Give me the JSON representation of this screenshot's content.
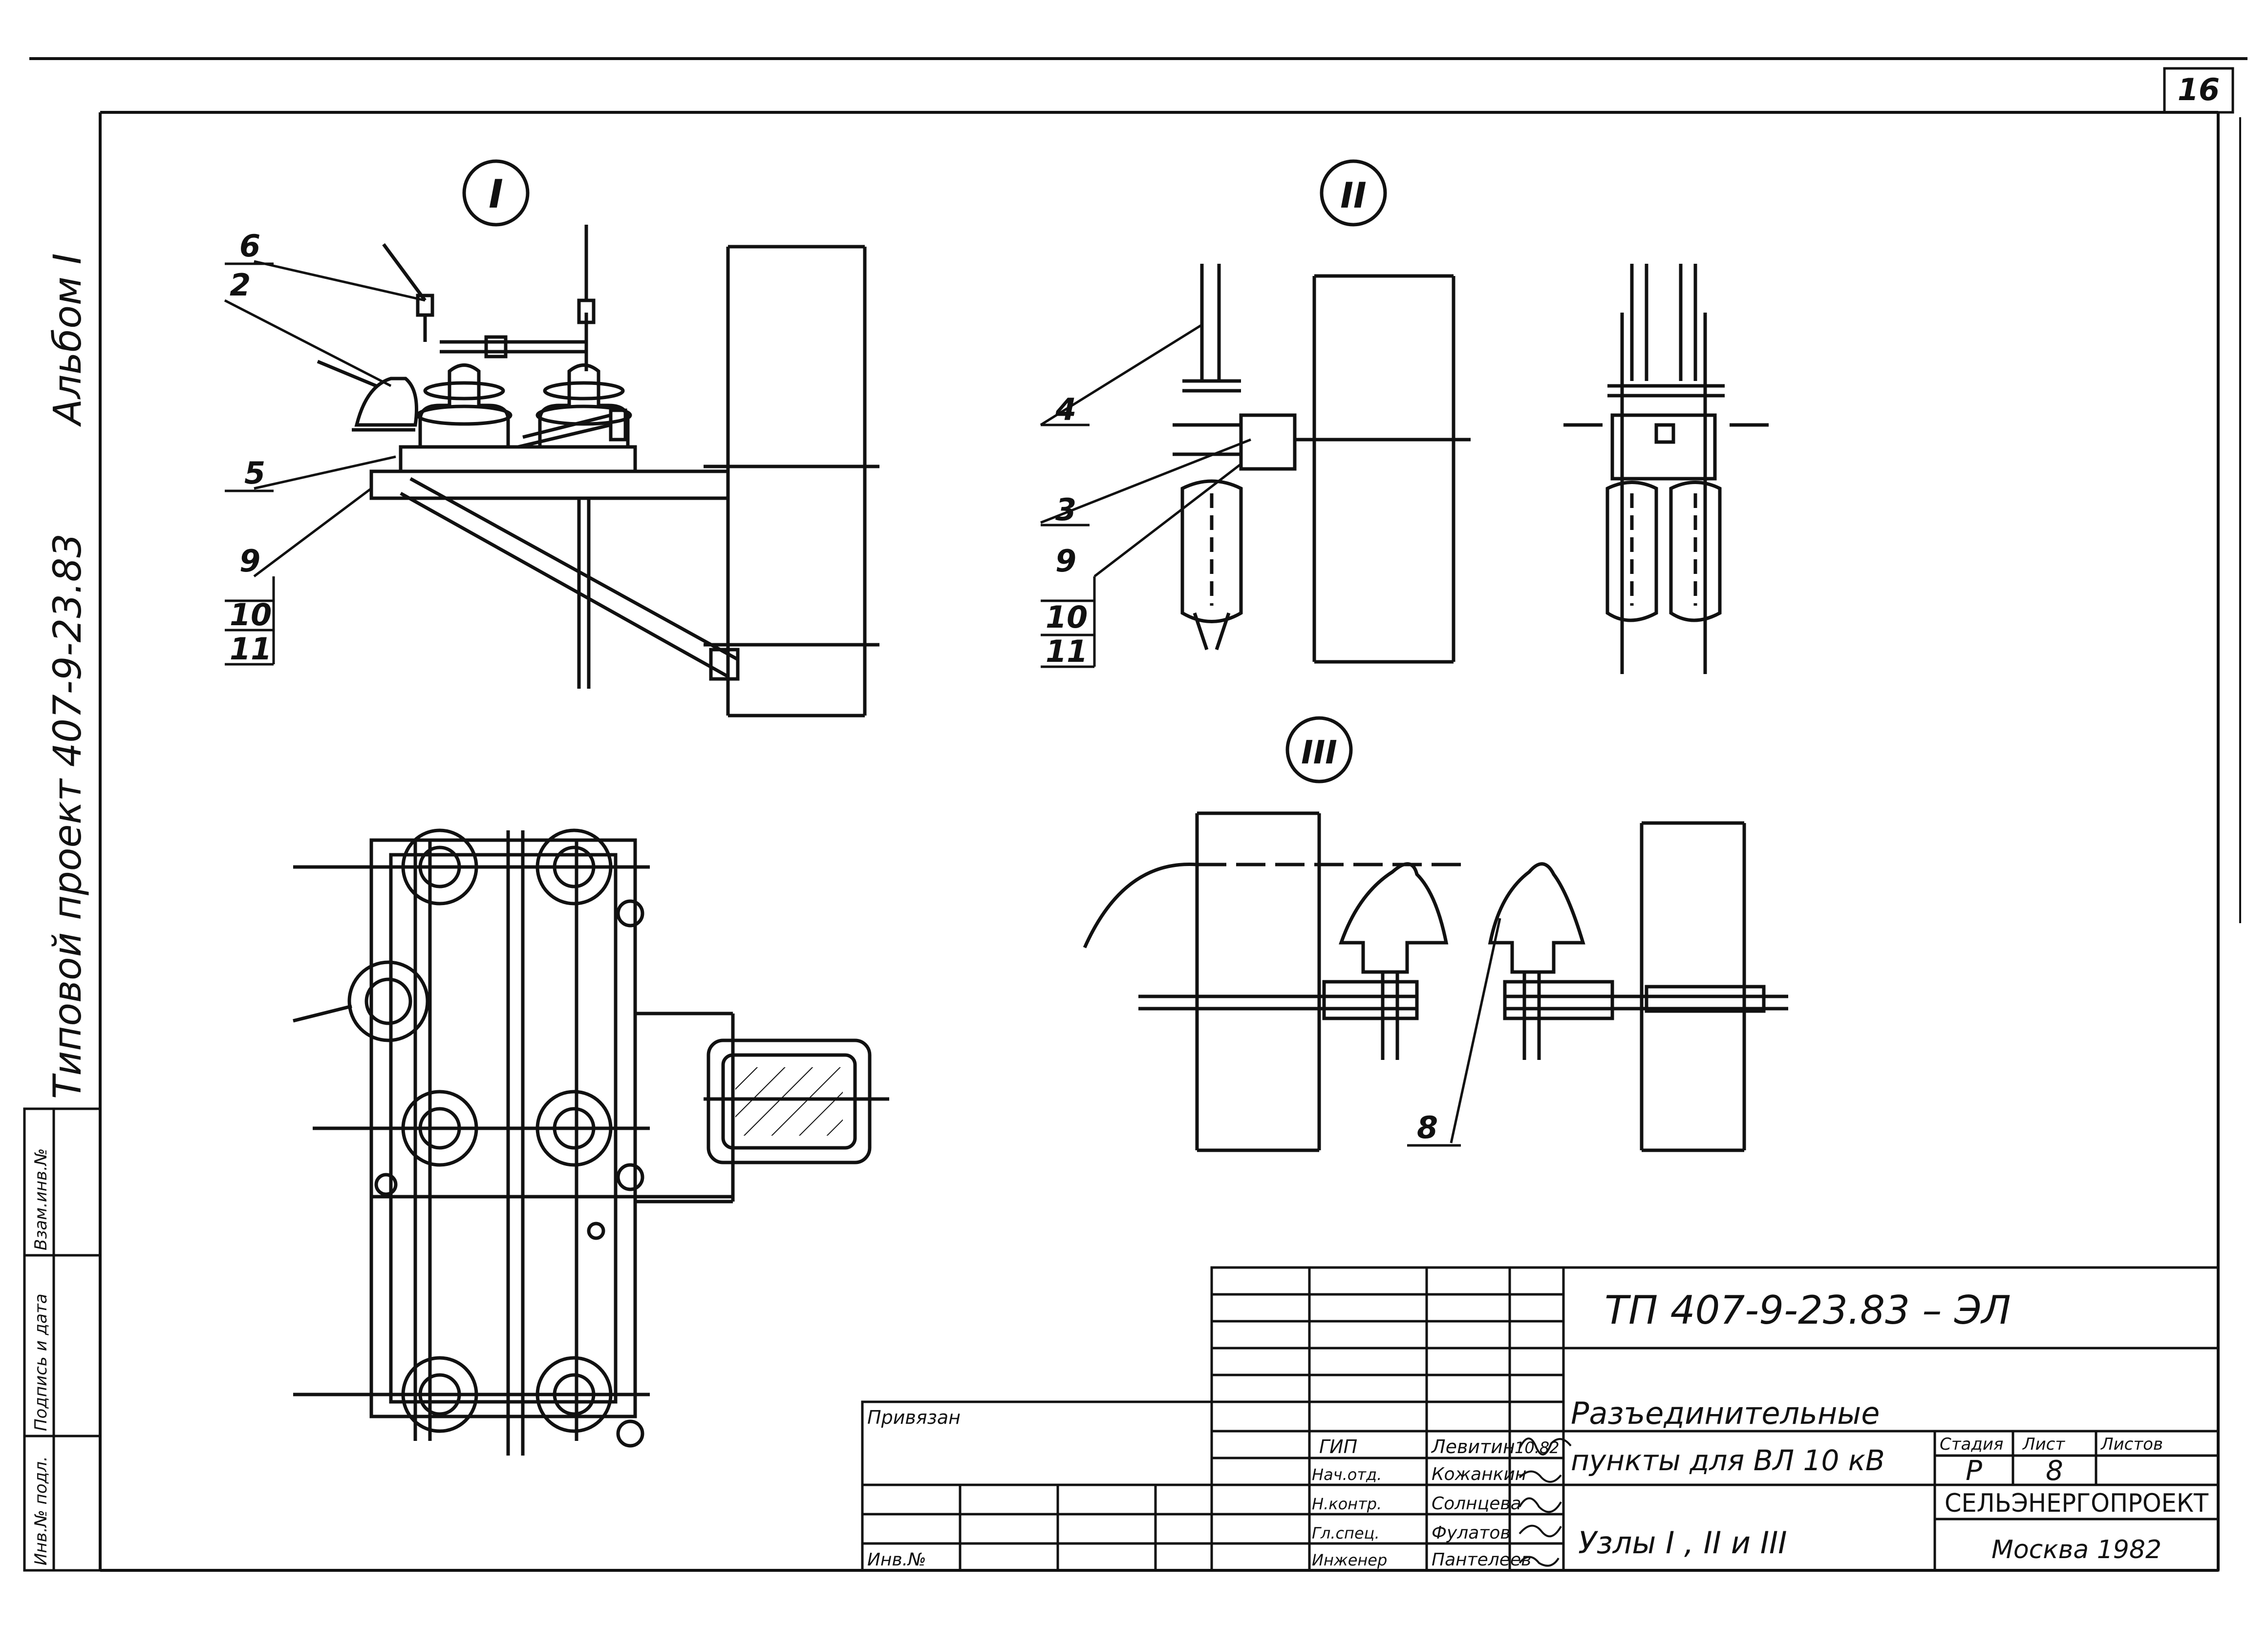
{
  "sheet": {
    "number": "16",
    "album": "Альбом I",
    "project": "Типовой проект 407-9-23.83"
  },
  "views": [
    {
      "id": "I",
      "label": "I"
    },
    {
      "id": "II",
      "label": "II"
    },
    {
      "id": "III",
      "label": "III"
    }
  ],
  "callouts": {
    "node_I": [
      "6",
      "2",
      "5",
      "9",
      "10",
      "11"
    ],
    "node_II": [
      "4",
      "3",
      "9",
      "10",
      "11"
    ],
    "node_III": [
      "8"
    ]
  },
  "left_strip": {
    "cells": [
      "Инв.№ подл.",
      "Подпись и дата",
      "Взам.инв.№"
    ]
  },
  "title_block": {
    "code": "ТП 407-9-23.83 – ЭЛ",
    "privyazan": "Привязан",
    "inv_no": "Инв.№",
    "roles": [
      {
        "role": "ГИП",
        "name": "Левитин",
        "date": "10.82"
      },
      {
        "role": "Нач.отд.",
        "name": "Кожанкин",
        "date": ""
      },
      {
        "role": "Н.контр.",
        "name": "Солнцева",
        "date": ""
      },
      {
        "role": "Гл.спец.",
        "name": "Фулатов",
        "date": ""
      },
      {
        "role": "Инженер",
        "name": "Пантелеев",
        "date": ""
      }
    ],
    "title_line1": "Разъединительные",
    "title_line2": "пункты для ВЛ 10 кВ",
    "sheet_title": "Узлы I , II и III",
    "stage_label": "Стадия",
    "sheet_label": "Лист",
    "sheets_label": "Листов",
    "stage": "Р",
    "sheet_no": "8",
    "sheets_total": "",
    "org": "СЕЛЬЭНЕРГОПРОЕКТ",
    "city_year": "Москва   1982"
  }
}
